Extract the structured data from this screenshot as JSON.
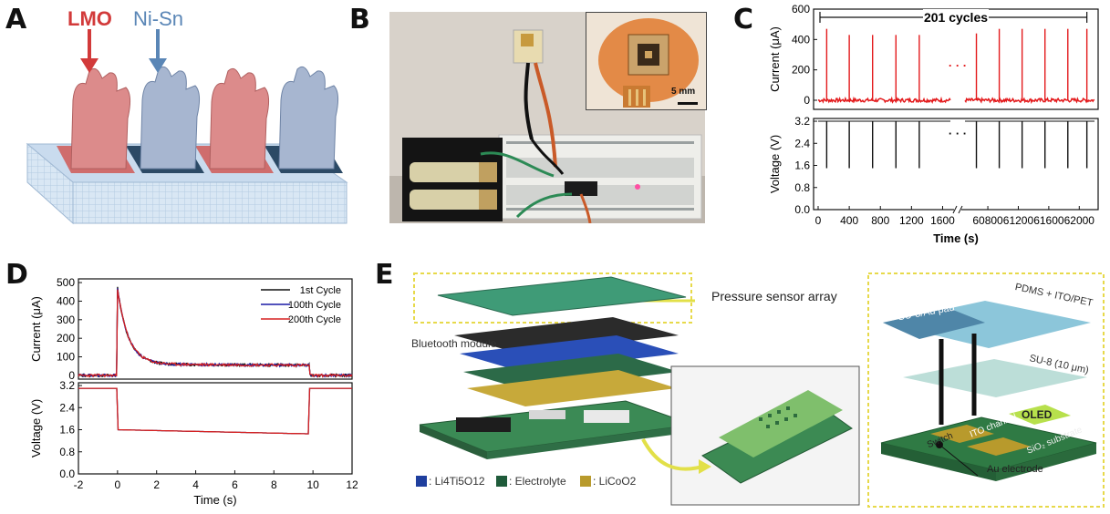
{
  "panels": {
    "A": {
      "letter": "A",
      "labels": {
        "lmo": "LMO",
        "nisn": "Ni-Sn"
      },
      "colors": {
        "lmo": "#d23a3a",
        "nisn": "#5a86b6"
      }
    },
    "B": {
      "letter": "B",
      "inset_scalebar": "5 mm"
    },
    "C": {
      "letter": "C"
    },
    "D": {
      "letter": "D"
    },
    "E": {
      "letter": "E",
      "labels": {
        "pressure_sensor_array": "Pressure sensor array",
        "bluetooth_module": "Bluetooth module",
        "pdms_ito_pet": "PDMS + ITO/PET",
        "su8_au_pad": "SU-8/Au pad",
        "su8_10um": "SU-8 (10 μm)",
        "oled": "OLED",
        "switch": "Switch",
        "ito_channel": "ITO channel",
        "sio2_substrate": "SiO₂ substrate",
        "au_electrode": "Au electrode"
      },
      "legend": [
        {
          "label": ": Li4Ti5O12",
          "color": "#1f3f9e"
        },
        {
          "label": ": Electrolyte",
          "color": "#1f5b3a"
        },
        {
          "label": ": LiCoO2",
          "color": "#b89a2c"
        }
      ]
    }
  },
  "chart_data": [
    {
      "panel": "C",
      "type": "line",
      "annotation": "201 cycles",
      "ellipsis": "· · ·",
      "xlabel": "Time (s)",
      "x_ticks": [
        "0",
        "400",
        "800",
        "1200",
        "1600",
        "60800",
        "61200",
        "61600",
        "62000"
      ],
      "series": [
        {
          "ylabel": "Current (μA)",
          "color": "#e31a1c",
          "y_ticks": [
            "600",
            "400",
            "200",
            "0"
          ],
          "ylim": [
            -60,
            600
          ],
          "baseline": 0,
          "spike_times": [
            110,
            400,
            700,
            1000,
            1300,
            60650,
            60950,
            61250,
            61550,
            61850,
            62100
          ],
          "spike_peaks": [
            470,
            430,
            430,
            430,
            430,
            440,
            470,
            470,
            470,
            470,
            470
          ]
        },
        {
          "ylabel": "Voltage (V)",
          "color": "#111111",
          "y_ticks": [
            "3.2",
            "2.4",
            "1.6",
            "0.8",
            "0.0"
          ],
          "ylim": [
            0,
            3.3
          ],
          "high": 3.2,
          "low": 1.5
        }
      ]
    },
    {
      "panel": "D",
      "type": "line",
      "xlabel": "Time (s)",
      "x_ticks": [
        "-2",
        "0",
        "2",
        "4",
        "6",
        "8",
        "10",
        "12"
      ],
      "xlim": [
        -2,
        12
      ],
      "legend": [
        "1st Cycle",
        "100th Cycle",
        "200th Cycle"
      ],
      "legend_colors": [
        "#111111",
        "#1a1aa6",
        "#d62020"
      ],
      "current": {
        "ylabel": "Current (μA)",
        "ylim": [
          -20,
          520
        ],
        "y_ticks": [
          "500",
          "400",
          "300",
          "200",
          "100",
          "0"
        ],
        "peak": 470,
        "plateau": 60,
        "pulse": [
          0,
          9.8
        ]
      },
      "voltage": {
        "ylabel": "Voltage (V)",
        "ylim": [
          0,
          3.3
        ],
        "y_ticks": [
          "3.2",
          "2.4",
          "1.6",
          "0.8",
          "0.0"
        ],
        "high": 3.1,
        "low_start": 1.6,
        "low_end": 1.45,
        "pulse": [
          0,
          9.8
        ]
      }
    }
  ]
}
